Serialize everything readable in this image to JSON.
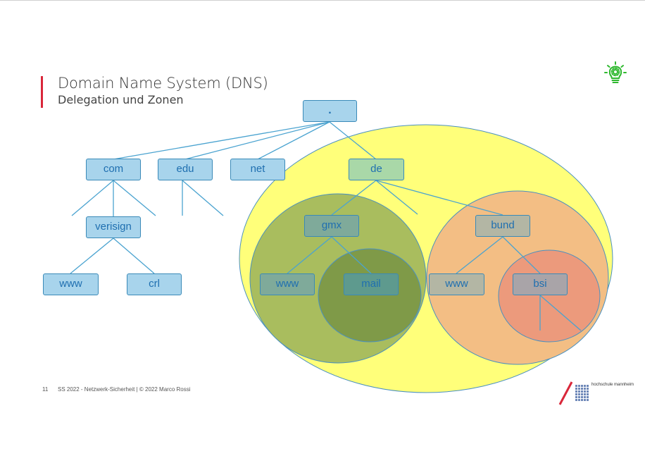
{
  "slide": {
    "title": "Domain Name System (DNS)",
    "subtitle": "Delegation und Zonen",
    "page_number": "11",
    "footer": "SS 2022 - Netzwerk-Sicherheit | © 2022 Marco Rossi",
    "logo_text": "hochschule mannheim"
  },
  "icons": {
    "top_right": "lightbulb-gear-icon",
    "logo": "hochschule-mannheim-logo"
  },
  "colors": {
    "accent": "#d9273a",
    "node_blue": "#a8d4ec",
    "zone_de": "#ffff7a",
    "zone_gmx": "#a9bd5e",
    "zone_mail": "#7f9a48",
    "zone_bund": "#f3be84",
    "zone_bsi": "#ec9a7c",
    "icon_green": "#2eb82e"
  },
  "tree": {
    "root": ".",
    "tld": {
      "com": "com",
      "edu": "edu",
      "net": "net",
      "de": "de"
    },
    "com_children": {
      "verisign": "verisign"
    },
    "verisign_children": {
      "www": "www",
      "crl": "crl"
    },
    "de_children": {
      "gmx": "gmx",
      "bund": "bund"
    },
    "gmx_children": {
      "www": "www",
      "mail": "mail"
    },
    "bund_children": {
      "www": "www",
      "bsi": "bsi"
    }
  }
}
